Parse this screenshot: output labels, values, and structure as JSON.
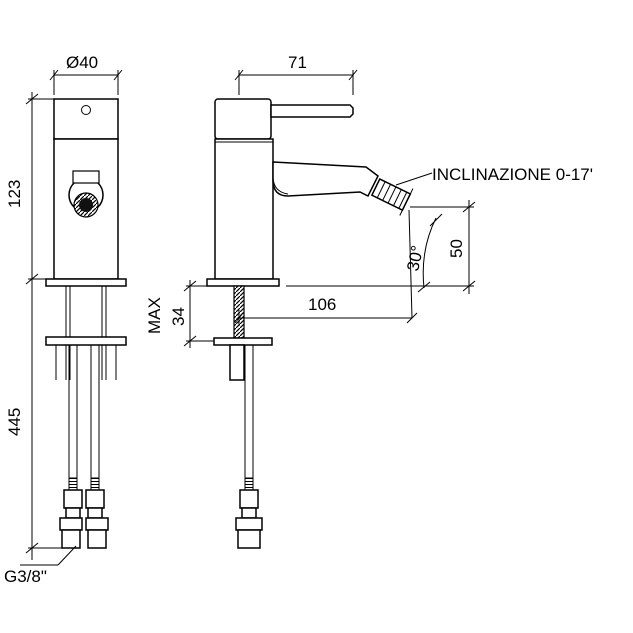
{
  "labels": {
    "diameter": "Ø40",
    "width_71": "71",
    "height_123": "123",
    "inclination": "INCLINAZIONE 0-17'",
    "height_50": "50",
    "angle_30": "30°",
    "max": "MAX",
    "max_34": "34",
    "reach_106": "106",
    "hose_445": "445",
    "thread": "G3/8\""
  },
  "colors": {
    "line": "#000000",
    "background": "#ffffff"
  }
}
